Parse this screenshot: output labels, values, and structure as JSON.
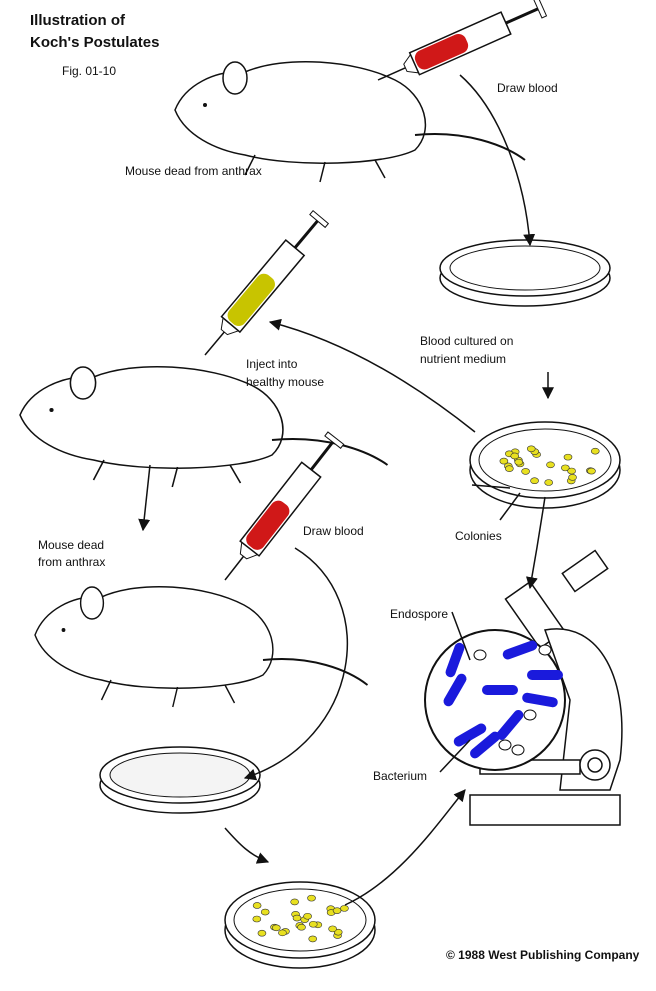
{
  "title": {
    "line1": "Illustration of",
    "line2": "Koch's Postulates",
    "figure": "Fig. 01-10"
  },
  "labels": {
    "mouse_dead_1": "Mouse dead from anthrax",
    "draw_blood_1": "Draw blood",
    "blood_cultured_1": "Blood cultured on",
    "blood_cultured_2": "nutrient medium",
    "inject_1": "Inject into",
    "inject_2": "healthy mouse",
    "colonies": "Colonies",
    "mouse_dead_2a": "Mouse dead",
    "mouse_dead_2b": "from anthrax",
    "draw_blood_2": "Draw blood",
    "endospore": "Endospore",
    "bacterium": "Bacterium"
  },
  "copyright": "© 1988 West Publishing Company",
  "colors": {
    "blood": "#d01818",
    "culture": "#c8c400",
    "colony": "#e8e020",
    "bacteria": "#1a1adc"
  }
}
